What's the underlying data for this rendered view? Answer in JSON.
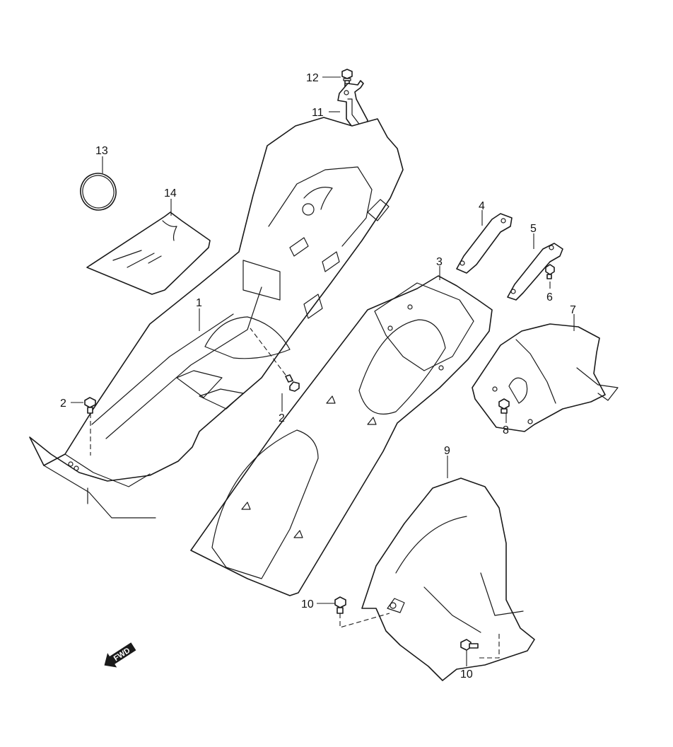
{
  "callouts": {
    "c1": "1",
    "c2a": "2",
    "c2b": "2",
    "c3": "3",
    "c4": "4",
    "c5": "5",
    "c6": "6",
    "c7": "7",
    "c8": "8",
    "c9": "9",
    "c10a": "10",
    "c10b": "10",
    "c11": "11",
    "c12": "12",
    "c13": "13",
    "c14": "14"
  },
  "fwd_badge": "FWD",
  "colors": {
    "line": "#1a1a1a",
    "background": "#ffffff"
  }
}
